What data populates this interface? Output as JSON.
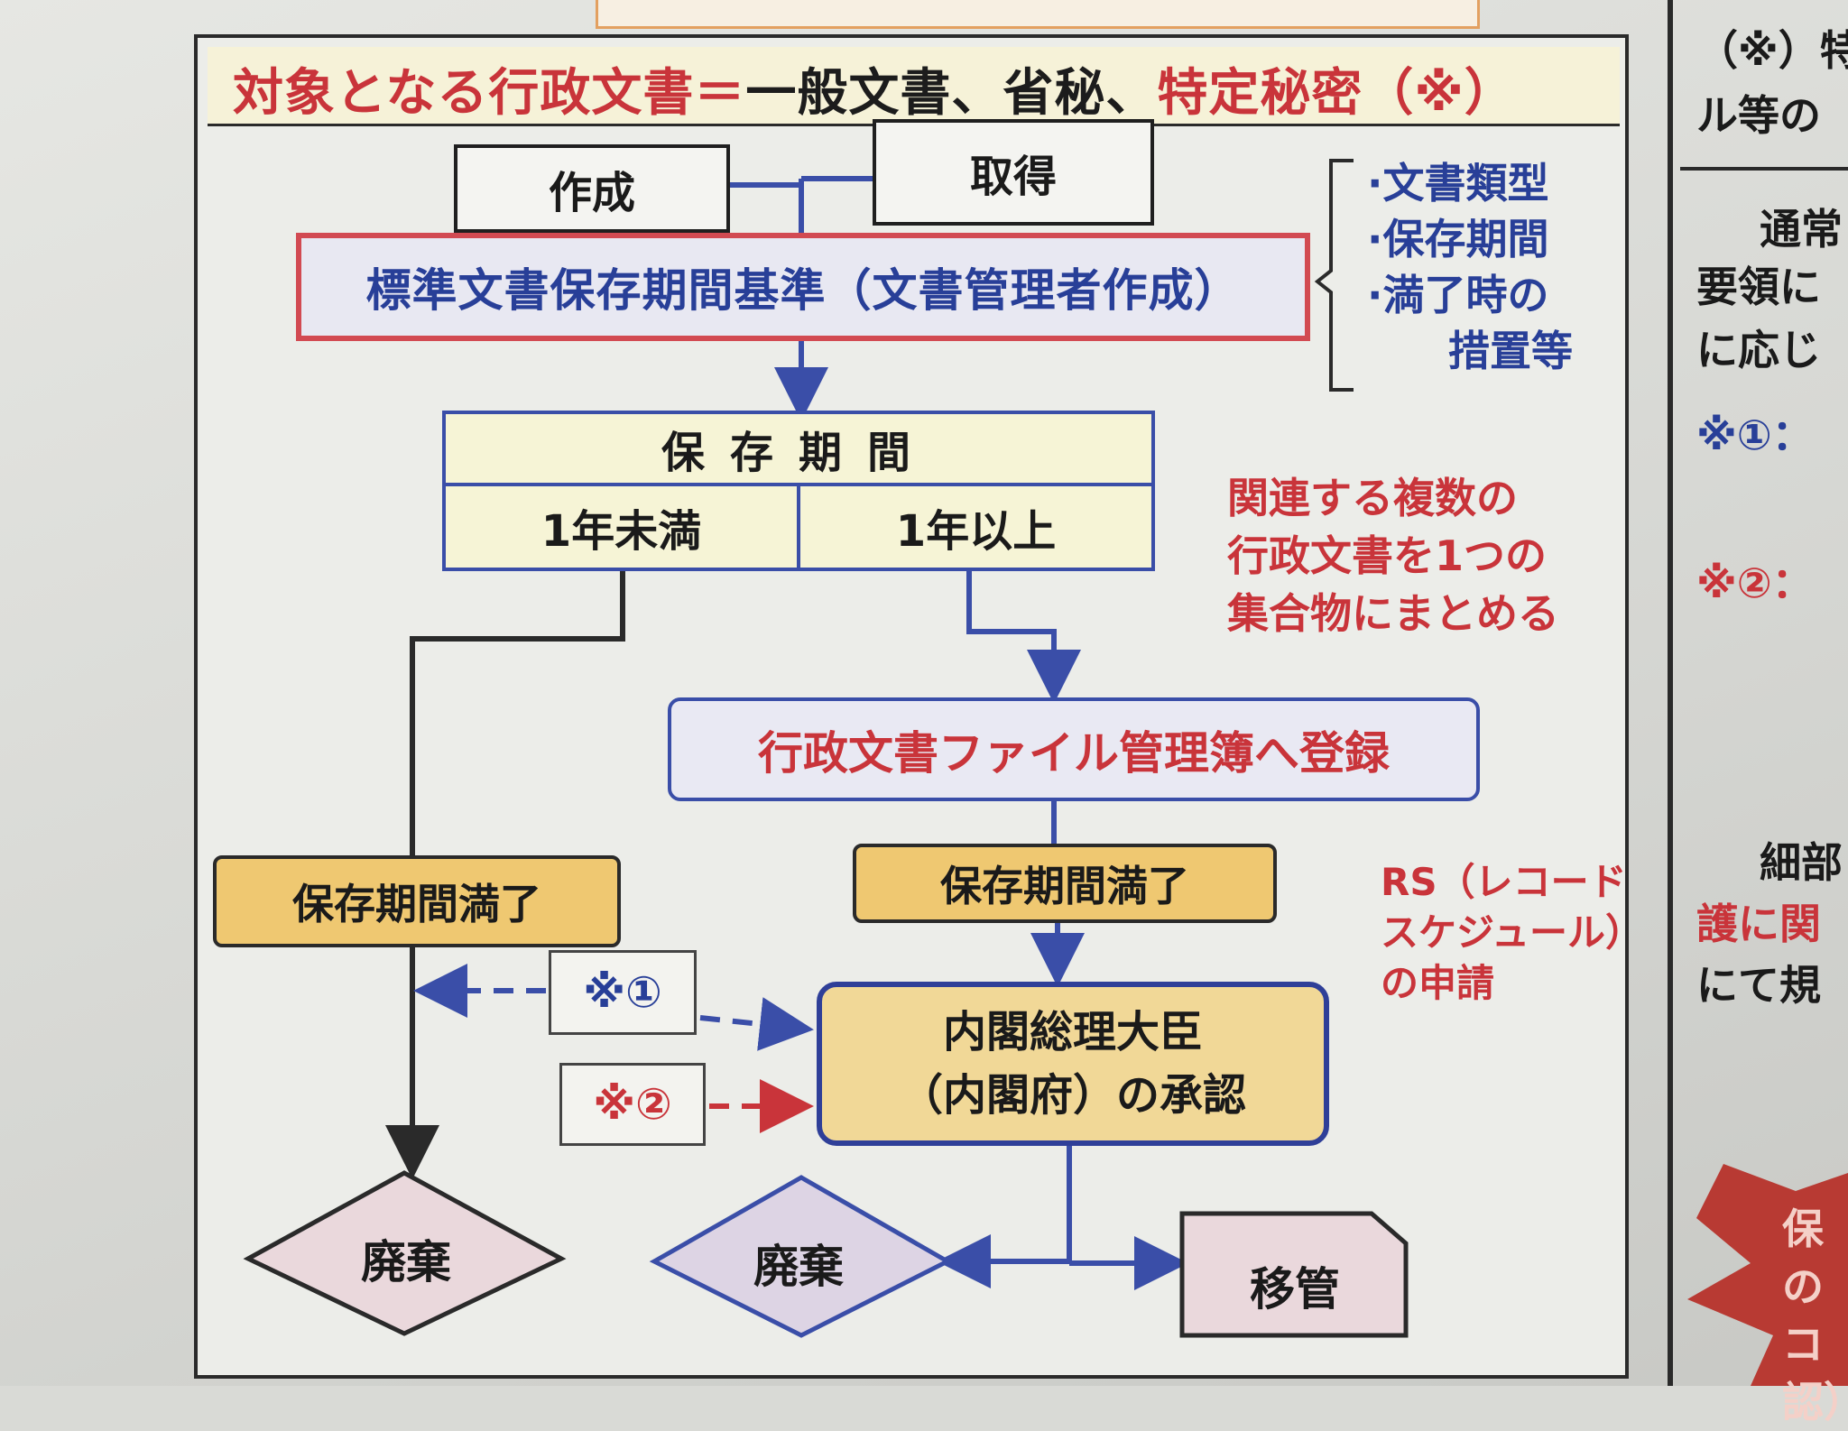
{
  "title": {
    "part1": "対象となる行政文書＝",
    "part2": "一般文書、省秘、",
    "part3": "特定秘密（※）"
  },
  "nodes": {
    "create": "作成",
    "acquire": "取得",
    "standard": "標準文書保存期間基準（文書管理者作成）",
    "period_header": "保存期間",
    "period_short": "1年未満",
    "period_long": "1年以上",
    "register": "行政文書ファイル管理簿へ登録",
    "expiry_left": "保存期間満了",
    "expiry_right": "保存期間満了",
    "approval_line1": "内閣総理大臣",
    "approval_line2": "（内閣府）の承認",
    "dispose_left": "廃棄",
    "dispose_right": "廃棄",
    "transfer": "移管"
  },
  "standard_items": [
    "·文書類型",
    "·保存期間",
    "·満了時の",
    "措置等"
  ],
  "merge_note": [
    "関連する複数の",
    "行政文書を1つの",
    "集合物にまとめる"
  ],
  "rs_note": [
    "RS（レコード",
    "スケジュール）",
    "の申請"
  ],
  "notes": {
    "note1": "※①",
    "note2": "※②"
  },
  "right_column": {
    "lines": [
      "（※）特",
      "ル等の",
      "通常",
      "要領に",
      "に応じ",
      "※①：",
      "※②：",
      "細部",
      "護に関",
      "にて規"
    ],
    "burst_lines": [
      "保",
      "のコ",
      "認）"
    ]
  },
  "colors": {
    "red": "#c9343a",
    "blue": "#283f98",
    "title_band": "#f6f2d8",
    "expiry_fill": "#efc871",
    "approval_fill": "#f1d897",
    "diamond_fill": "#ead8dc"
  }
}
